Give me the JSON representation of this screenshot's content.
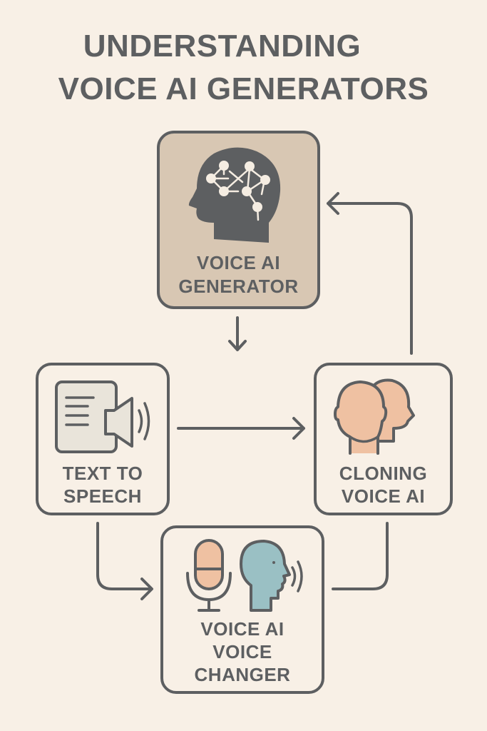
{
  "title": {
    "line1": "UNDERSTANDING",
    "line2": "VOICE AI GENERATORS"
  },
  "nodes": {
    "generator": {
      "line1": "VOICE AI",
      "line2": "GENERATOR",
      "icon": "brain-network-head-icon"
    },
    "tts": {
      "line1": "TEXT TO",
      "line2": "SPEECH",
      "icon": "document-speaker-icon"
    },
    "cloning": {
      "line1": "CLONING",
      "line2": "VOICE AI",
      "icon": "twin-heads-icon"
    },
    "changer": {
      "line1": "VOICE AI",
      "line2": "VOICE",
      "line3": "CHANGER",
      "icon": "microphone-speaking-head-icon"
    }
  },
  "colors": {
    "background": "#f8f0e6",
    "stroke": "#5d5f61",
    "generator_fill": "#d8c7b3",
    "peach": "#efc1a2",
    "teal": "#9ac0c4",
    "doc": "#e9e4da"
  }
}
